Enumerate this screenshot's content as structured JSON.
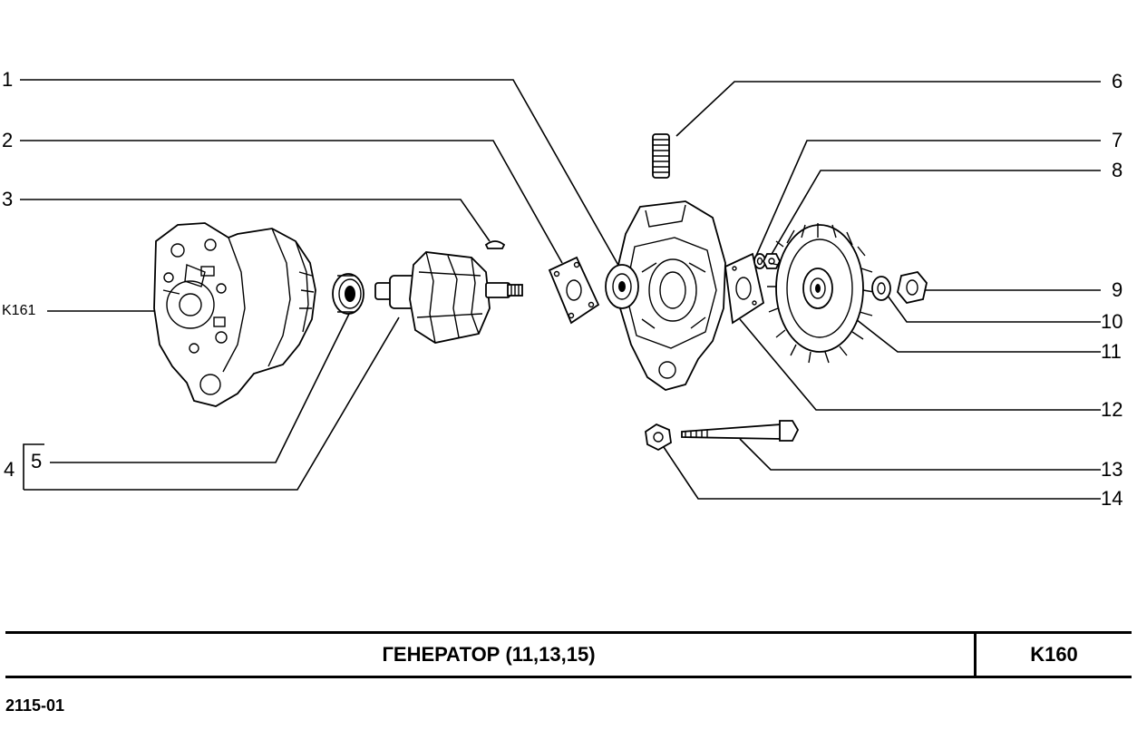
{
  "diagram": {
    "callouts": {
      "c1": "1",
      "c2": "2",
      "c3": "3",
      "c4": "4",
      "c5": "5",
      "c6": "6",
      "c7": "7",
      "c8": "8",
      "c9": "9",
      "c10": "10",
      "c11": "11",
      "c12": "12",
      "c13": "13",
      "c14": "14",
      "ref": "K161"
    }
  },
  "footer": {
    "title": "ГЕНЕРАТОР (11,13,15)",
    "code": "K160",
    "doc_id": "2115-01"
  }
}
